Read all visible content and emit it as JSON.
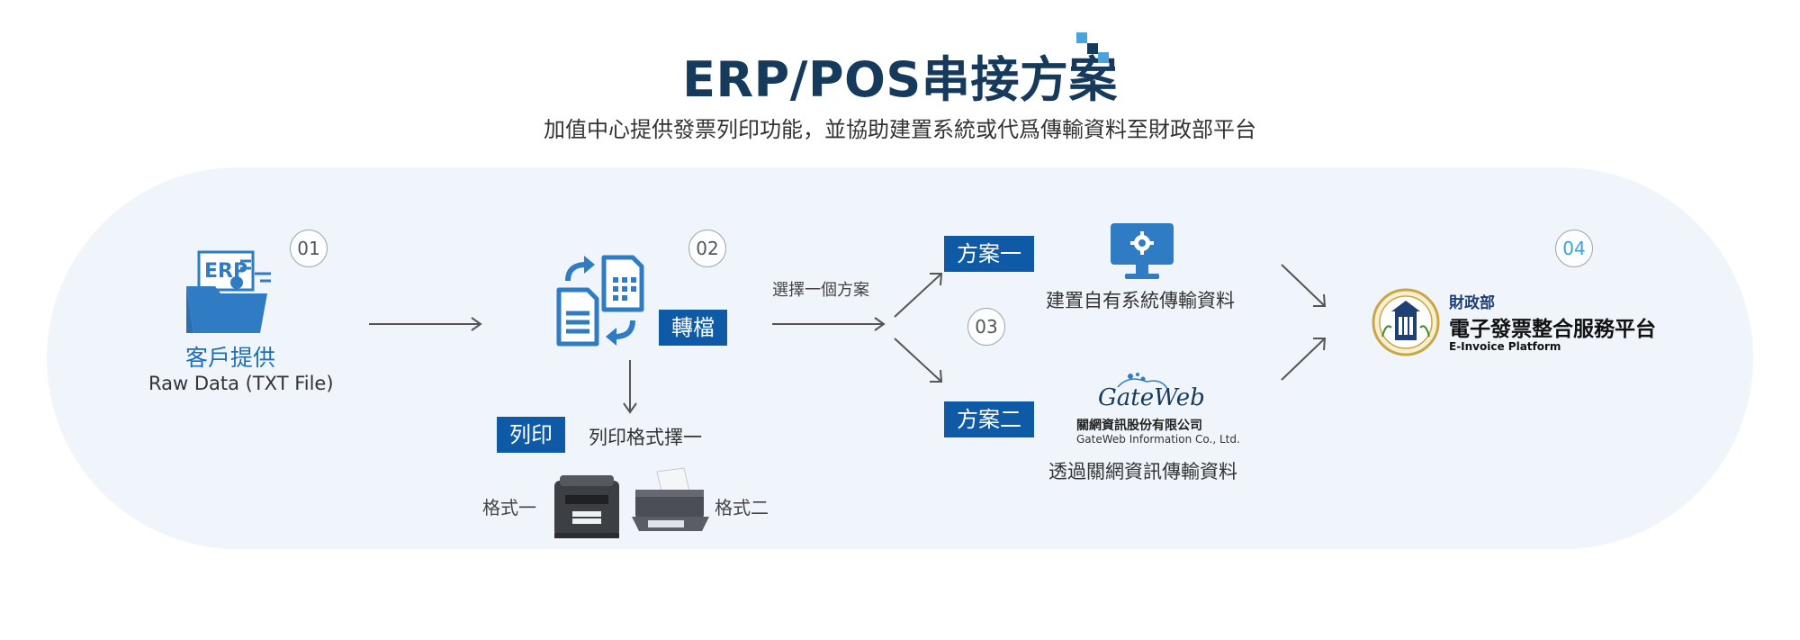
{
  "header": {
    "title": "ERP/POS串接方案",
    "subtitle": "加值中心提供發票列印功能，並協助建置系統或代爲傳輸資料至財政部平台"
  },
  "steps": {
    "s1": {
      "number": "01",
      "erp_text": "ERP",
      "label": "客戶提供",
      "sublabel": "Raw Data (TXT File)"
    },
    "s2": {
      "number": "02",
      "convert_tag": "轉檔",
      "print_tag": "列印",
      "print_label": "列印格式擇一",
      "format1": "格式一",
      "format2": "格式二"
    },
    "s3": {
      "number": "03",
      "choose_label": "選擇一個方案",
      "plan1_tag": "方案一",
      "plan1_label": "建置自有系統傳輸資料",
      "plan2_tag": "方案二",
      "gateweb_logo": "GateWeb",
      "gateweb_cn": "關網資訊股份有限公司",
      "gateweb_en": "GateWeb Information Co., Ltd.",
      "plan2_label": "透過關網資訊傳輸資料"
    },
    "s4": {
      "number": "04",
      "ministry": "財政部",
      "platform_name": "電子發票整合服務平台",
      "platform_en": "E-Invoice Platform"
    }
  },
  "colors": {
    "accent": "#0e5aa7",
    "icon_blue": "#2f7cc4",
    "title": "#163a5c",
    "panel": "#eff5fb"
  },
  "icons": [
    "folder-erp-icon",
    "file-convert-icon",
    "monitor-gear-icon",
    "gateweb-logo",
    "ministry-seal-icon",
    "label-printer-icon",
    "desktop-printer-icon"
  ]
}
